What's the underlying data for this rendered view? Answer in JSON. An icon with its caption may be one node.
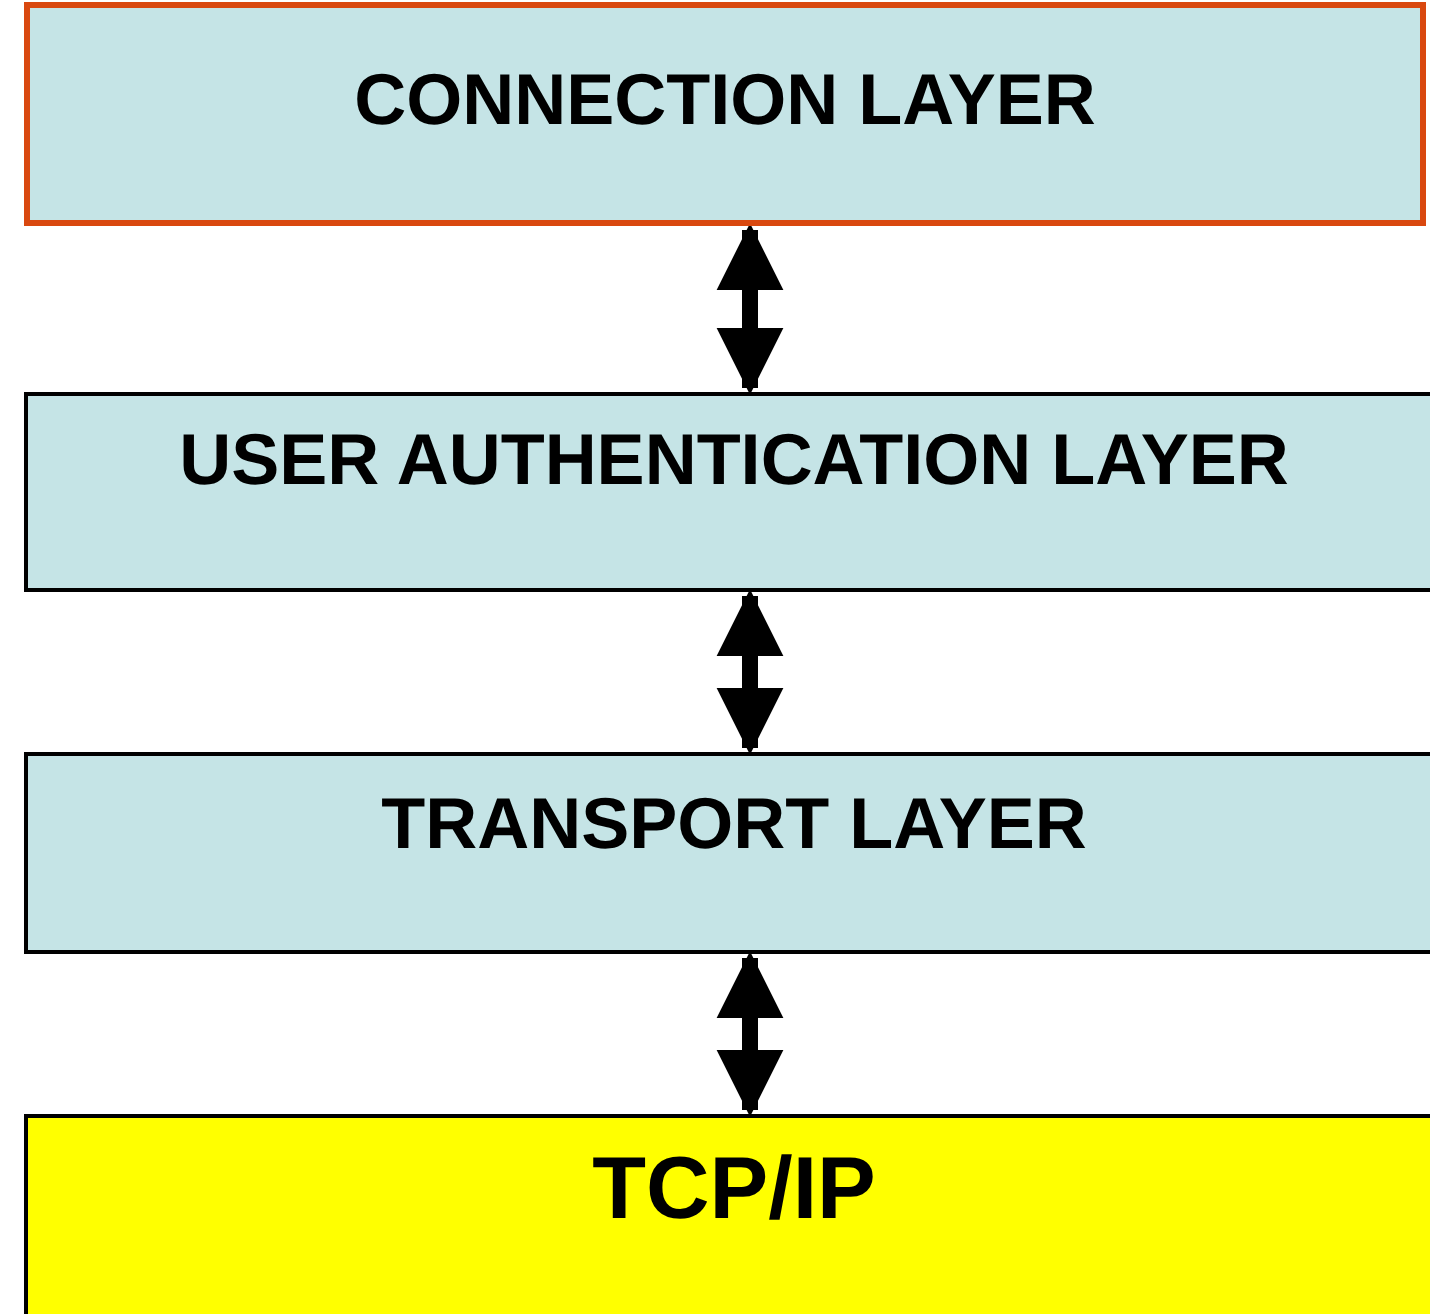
{
  "diagram": {
    "nodes": [
      {
        "text": [
          "CONNECTION LAYER"
        ]
      },
      {
        "text": [
          "USER AUTHENTICATION LAYER"
        ]
      },
      {
        "text": [
          "TRANSPORT LAYER"
        ]
      },
      {
        "text": [
          "TCP/IP"
        ]
      }
    ],
    "edges": [
      {
        "from": 0,
        "to": 1,
        "arrow": "both"
      },
      {
        "from": 1,
        "to": 2,
        "arrow": "both"
      },
      {
        "from": 2,
        "to": 3,
        "arrow": "both"
      }
    ]
  }
}
